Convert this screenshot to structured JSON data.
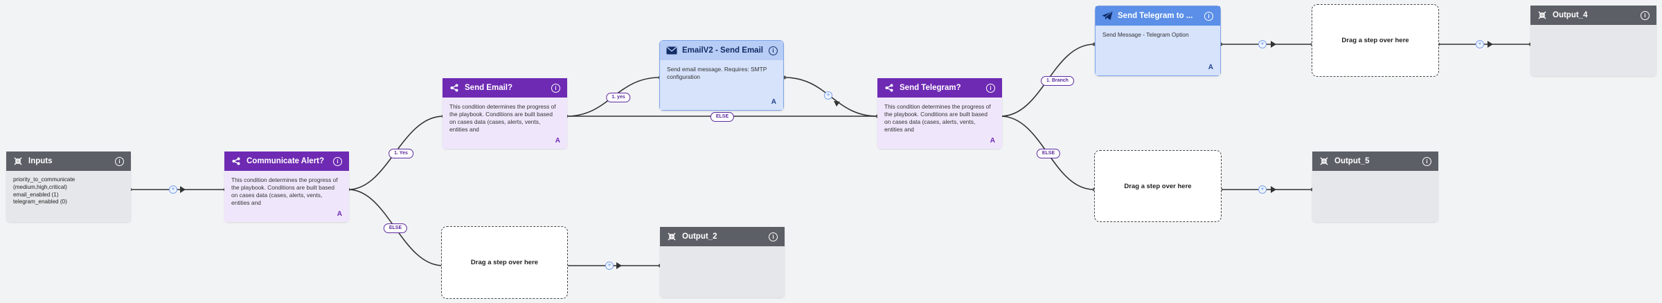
{
  "inputs_node": {
    "title": "Inputs",
    "icon": "collapse-arrows-icon",
    "params": [
      "priority_to_communicate",
      "(medium,high,critical)",
      "email_enabled (1)",
      "telegram_enabled (0)"
    ]
  },
  "condition_description": "This condition determines the progress of the playbook. Conditions are built based on cases data (cases, alerts, vents, entities and",
  "communicate_alert": {
    "title": "Communicate Alert?",
    "badge": "A"
  },
  "send_email_condition": {
    "title": "Send Email?",
    "badge": "A"
  },
  "send_telegram_condition": {
    "title": "Send Telegram?",
    "badge": "A"
  },
  "email_action": {
    "title": "EmailV2 - Send Email",
    "description": "Send email message. Requires: SMTP configuration",
    "badge": "A"
  },
  "telegram_action": {
    "title": "Send Telegram to ...",
    "description": "Send Message - Telegram Option",
    "badge": "A"
  },
  "outputs": {
    "output_2": "Output_2",
    "output_4": "Output_4",
    "output_5": "Output_5"
  },
  "drop_zone_label": "Drag a step over here",
  "branch_labels": {
    "yes_upper": "1. Yes",
    "yes_lower": "1. yes",
    "else": "ELSE",
    "branch": "1. Branch"
  },
  "colors": {
    "purple_header": "#6e2ab3",
    "purple_body": "#efe6fb",
    "blue_header": "#5b8fe8",
    "blue_body": "#d6e3fb",
    "gray_header": "#5c5f66",
    "gray_body": "#e6e7ea"
  }
}
